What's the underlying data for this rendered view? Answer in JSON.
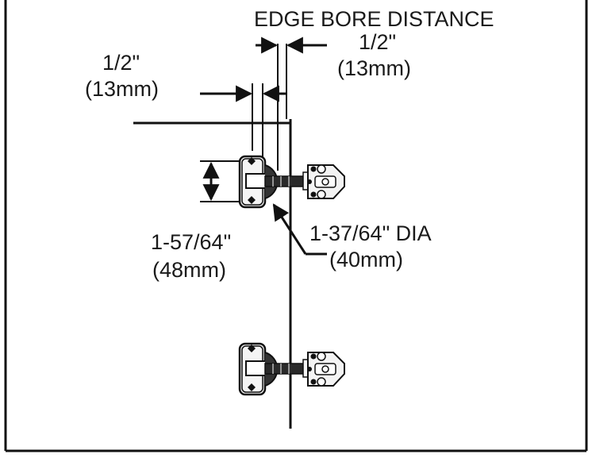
{
  "labels": {
    "edge_bore_title": "EDGE BORE DISTANCE",
    "edge_bore_value": "1/2\"",
    "edge_bore_metric": "(13mm)",
    "cup_offset_value": "1/2\"",
    "cup_offset_metric": "(13mm)",
    "hole_spacing_value": "1-57/64\"",
    "hole_spacing_metric": "(48mm)",
    "cup_diameter_value": "1-37/64\" DIA",
    "cup_diameter_metric": "(40mm)"
  },
  "colors": {
    "line": "#111111",
    "background": "#ffffff"
  },
  "icons": [
    "concealed-hinge-icon",
    "concealed-hinge-icon"
  ]
}
